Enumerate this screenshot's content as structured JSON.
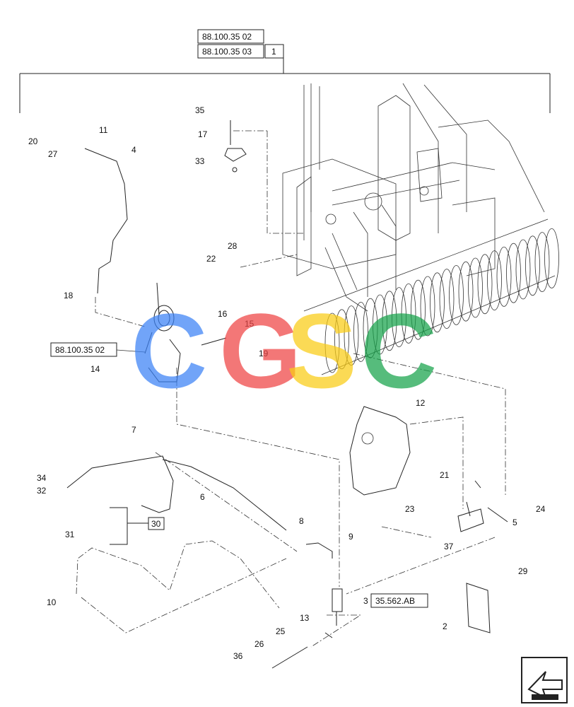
{
  "refs": {
    "top_a": "88.100.35 02",
    "top_b": "88.100.35 03",
    "top_qty": "1",
    "left_ref": "88.100.35 02",
    "group_30": "30",
    "ref_3": "35.562.AB"
  },
  "callouts": [
    "20",
    "27",
    "11",
    "4",
    "35",
    "17",
    "33",
    "28",
    "22",
    "18",
    "16",
    "15",
    "19",
    "14",
    "12",
    "7",
    "34",
    "32",
    "6",
    "31",
    "8",
    "9",
    "21",
    "23",
    "24",
    "5",
    "37",
    "29",
    "10",
    "3",
    "13",
    "25",
    "26",
    "36",
    "2"
  ],
  "watermark": {
    "letters": [
      "C",
      "G",
      "S",
      "C"
    ],
    "colors": [
      "#3b82f6",
      "#ef4444",
      "#facc15",
      "#16a34a"
    ]
  },
  "colors": {
    "line": "#222222",
    "background": "#ffffff"
  },
  "icons": {
    "nav": "arrow-icon"
  }
}
